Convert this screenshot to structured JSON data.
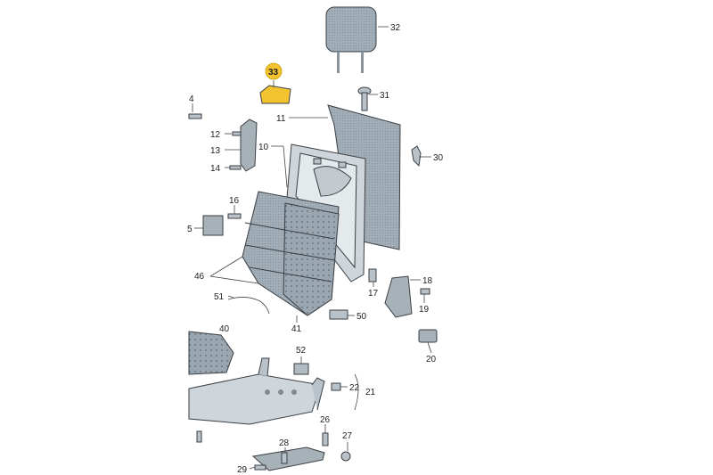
{
  "highlight_color": "#f4c430",
  "part_color": "#9aa7b1",
  "callouts": {
    "p4": "4",
    "p5": "5",
    "p10": "10",
    "p11": "11",
    "p12": "12",
    "p13": "13",
    "p14": "14",
    "p16": "16",
    "p17": "17",
    "p18": "18",
    "p19": "19",
    "p20": "20",
    "p21": "21",
    "p22": "22",
    "p26": "26",
    "p27": "27",
    "p28": "28",
    "p29": "29",
    "p30": "30",
    "p31": "31",
    "p32": "32",
    "p33": "33",
    "p40": "40",
    "p41": "41",
    "p46": "46",
    "p50": "50",
    "p51": "51",
    "p52": "52"
  }
}
